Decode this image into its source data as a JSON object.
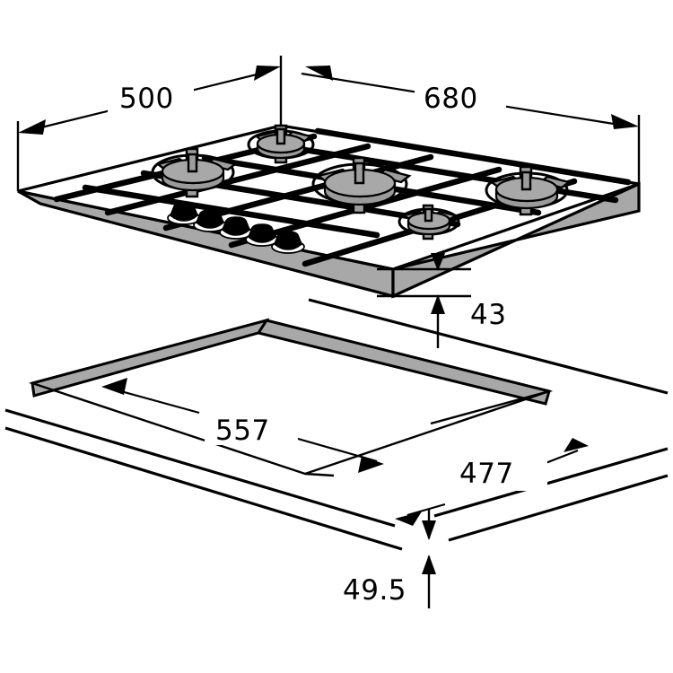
{
  "drawing": {
    "title": "Gas cooktop installation dimension drawing",
    "units": "mm",
    "background_color": "#ffffff",
    "line_color": "#000000",
    "metal_fill_color": "#a8a8a8",
    "knob_color": "#000000"
  },
  "dimensions": {
    "width_overall": "680",
    "depth_overall": "500",
    "body_height": "43",
    "cutout_width": "557",
    "cutout_depth": "477",
    "cutout_corner_radius": "49.5"
  },
  "appliance": {
    "type": "5-burner gas hob",
    "burners": [
      {
        "name": "rear-left-medium",
        "size": "medium"
      },
      {
        "name": "left-semi-rapid",
        "size": "large"
      },
      {
        "name": "center-wok",
        "size": "extra-large"
      },
      {
        "name": "right-rapid",
        "size": "large"
      },
      {
        "name": "front-auxiliary",
        "size": "small"
      }
    ],
    "knobs": [
      {
        "name": "knob-1"
      },
      {
        "name": "knob-2"
      },
      {
        "name": "knob-3"
      },
      {
        "name": "knob-4"
      },
      {
        "name": "knob-5"
      }
    ]
  },
  "labels": {
    "depth": "500",
    "width": "680",
    "height": "43",
    "cutout_w": "557",
    "cutout_d": "477",
    "radius": "49.5"
  }
}
